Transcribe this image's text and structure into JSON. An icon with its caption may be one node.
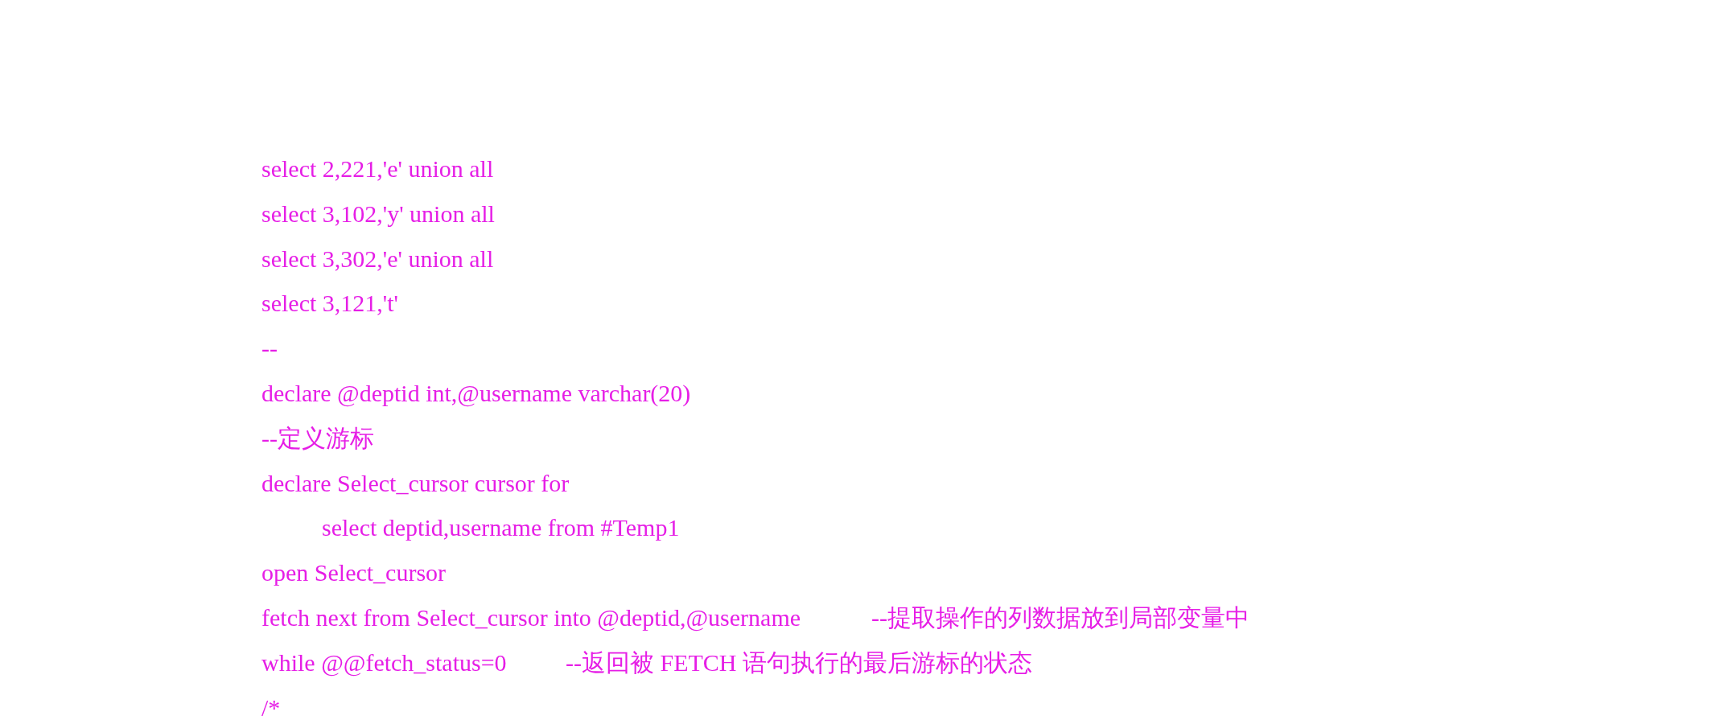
{
  "diagram": {
    "labels": [
      "select 2,221,'e' union all",
      "select 3,102,'y' union all",
      "select 3,302,'e' union all",
      "select 3,121,'t'",
      "--",
      "declare @deptid int,@username varchar(20)",
      "--定义游标",
      "declare Select_cursor cursor for",
      "select deptid,username from #Temp1",
      "open Select_cursor",
      "fetch next from Select_cursor into @deptid,@username",
      "--提取操作的列数据放到局部变量中",
      "while @@fetch_status=0",
      "--返回被 FETCH 语句执行的最后游标的状态",
      "/*"
    ]
  }
}
